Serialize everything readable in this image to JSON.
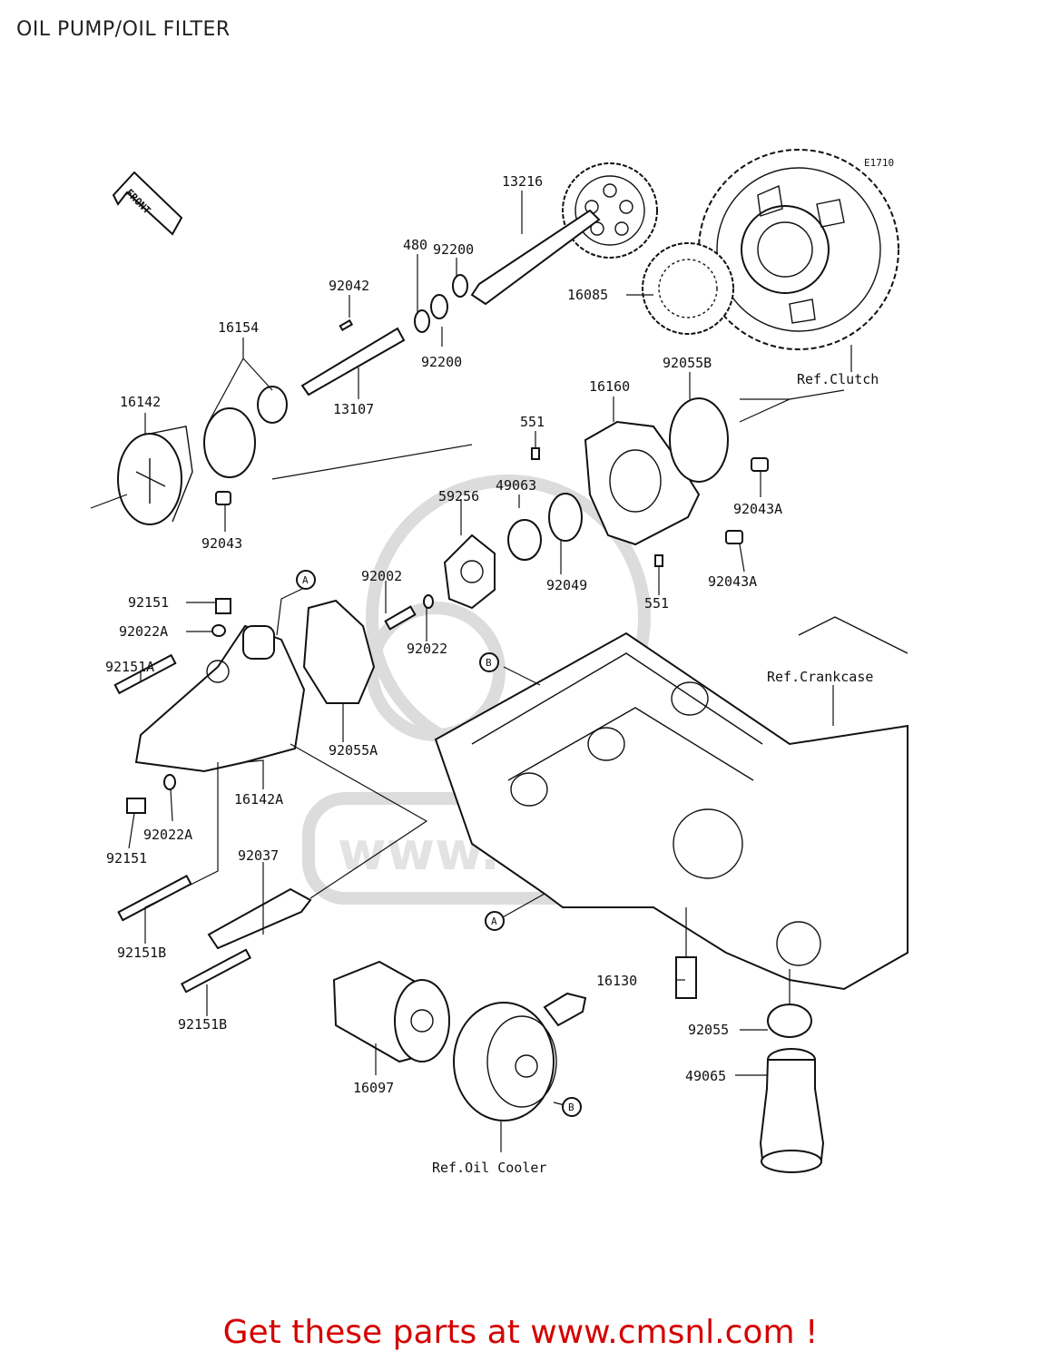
{
  "title": "OIL PUMP/OIL FILTER",
  "figure_code": "E1710",
  "front_label": "FRONT",
  "watermark_text": "www.cmsnl.com",
  "cta": "Get these parts at www.cmsnl.com !",
  "colors": {
    "cta": "#d40000",
    "lines": "#111111",
    "watermark": "#dcdcdc"
  },
  "parts": [
    {
      "id": "p13216",
      "number": "13216"
    },
    {
      "id": "p92200a",
      "number": "92200"
    },
    {
      "id": "p480",
      "number": "480"
    },
    {
      "id": "p92042",
      "number": "92042"
    },
    {
      "id": "p16085",
      "number": "16085"
    },
    {
      "id": "p92200b",
      "number": "92200"
    },
    {
      "id": "p16154",
      "number": "16154"
    },
    {
      "id": "p13107",
      "number": "13107"
    },
    {
      "id": "p16142",
      "number": "16142"
    },
    {
      "id": "p92043",
      "number": "92043"
    },
    {
      "id": "p92055b",
      "number": "92055B"
    },
    {
      "id": "p16160",
      "number": "16160"
    },
    {
      "id": "p551a",
      "number": "551"
    },
    {
      "id": "p49063",
      "number": "49063"
    },
    {
      "id": "p59256",
      "number": "59256"
    },
    {
      "id": "p92043a1",
      "number": "92043A"
    },
    {
      "id": "p92049",
      "number": "92049"
    },
    {
      "id": "p92043a2",
      "number": "92043A"
    },
    {
      "id": "p551b",
      "number": "551"
    },
    {
      "id": "p92002",
      "number": "92002"
    },
    {
      "id": "p92022",
      "number": "92022"
    },
    {
      "id": "p92151a",
      "number": "92151"
    },
    {
      "id": "p92022a1",
      "number": "92022A"
    },
    {
      "id": "p92151A",
      "number": "92151A"
    },
    {
      "id": "p92055a",
      "number": "92055A"
    },
    {
      "id": "p16142a",
      "number": "16142A"
    },
    {
      "id": "p92022a2",
      "number": "92022A"
    },
    {
      "id": "p92151b",
      "number": "92151"
    },
    {
      "id": "p92037",
      "number": "92037"
    },
    {
      "id": "p92151b1",
      "number": "92151B"
    },
    {
      "id": "p92151b2",
      "number": "92151B"
    },
    {
      "id": "p16130",
      "number": "16130"
    },
    {
      "id": "p16097",
      "number": "16097"
    },
    {
      "id": "p92055",
      "number": "92055"
    },
    {
      "id": "p49065",
      "number": "49065"
    }
  ],
  "references": {
    "clutch": "Ref.Clutch",
    "crankcase": "Ref.Crankcase",
    "oil_cooler": "Ref.Oil Cooler"
  },
  "callouts": {
    "a": "A",
    "b": "B"
  }
}
